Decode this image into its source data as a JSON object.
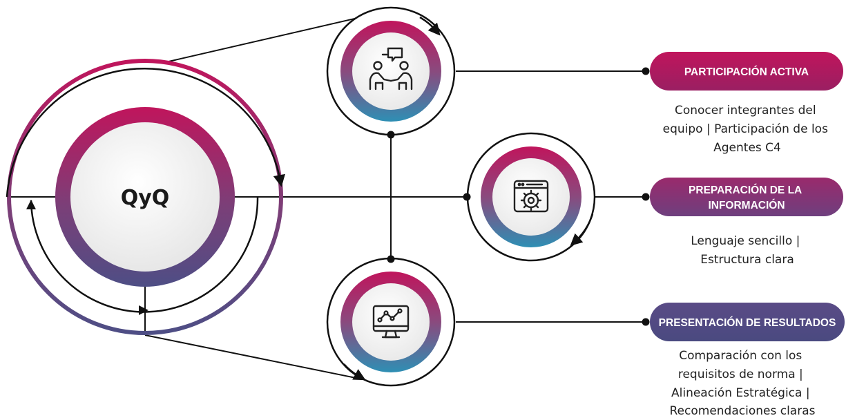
{
  "center": {
    "label": "QyQ"
  },
  "colors": {
    "magenta": "#C0155C",
    "purple": "#7B3F78",
    "slate": "#4E4E85",
    "teal": "#2E8FB4"
  },
  "stages": [
    {
      "id": "participacion",
      "icon": "meeting-people-icon",
      "pill_lines": [
        "PARTICIPACIÓN ACTIVA"
      ],
      "description": [
        "Conocer integrantes del",
        "equipo | Participación de los",
        "Agentes C4"
      ]
    },
    {
      "id": "preparacion",
      "icon": "settings-window-icon",
      "pill_lines": [
        "PREPARACIÓN DE LA",
        "INFORMACIÓN"
      ],
      "description": [
        "Lenguaje sencillo |",
        "Estructura clara"
      ]
    },
    {
      "id": "presentacion",
      "icon": "analytics-monitor-icon",
      "pill_lines": [
        "PRESENTACIÓN DE RESULTADOS"
      ],
      "description": [
        "Comparación con los",
        "requisitos de norma |",
        "Alineación Estratégica |",
        "Recomendaciones claras"
      ]
    }
  ]
}
